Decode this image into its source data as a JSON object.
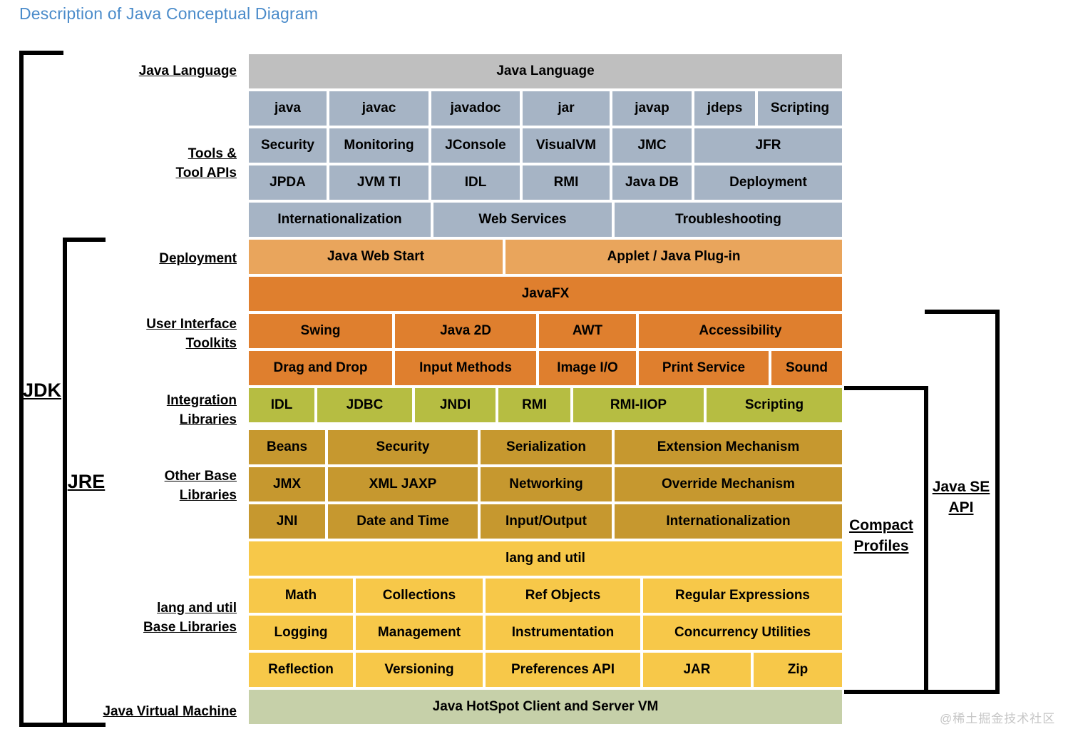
{
  "title": "Description of Java Conceptual Diagram",
  "watermark": "@稀土掘金技术社区",
  "colors": {
    "gray": "#bfbfbf",
    "blue": "#a6b4c5",
    "light_orange": "#e9a55c",
    "orange": "#df7f2e",
    "green": "#b6bd42",
    "gold": "#c6982f",
    "yellow": "#f7c849",
    "sage": "#c6d0a9"
  },
  "labels": {
    "left": {
      "java_language": [
        "Java Language"
      ],
      "tools": [
        "Tools &",
        "Tool APIs"
      ],
      "deployment": [
        "Deployment"
      ],
      "ui_toolkits": [
        "User Interface",
        "Toolkits"
      ],
      "integration": [
        "Integration",
        "Libraries"
      ],
      "other_base": [
        "Other Base",
        "Libraries"
      ],
      "langutil": [
        "lang and util",
        "Base Libraries"
      ],
      "jvm": [
        "Java Virtual Machine"
      ]
    },
    "brackets": {
      "jdk": "JDK",
      "jre": "JRE",
      "java_se_api": [
        "Java SE",
        "API"
      ],
      "compact_profiles": [
        "Compact",
        "Profiles"
      ]
    }
  },
  "diagram": {
    "rows": [
      {
        "id": "java-language-header",
        "color": "gray",
        "cells": [
          "Java Language"
        ]
      },
      {
        "id": "tools-commands",
        "color": "blue",
        "cells": [
          "java",
          "javac",
          "javadoc",
          "jar",
          "javap",
          "jdeps",
          "Scripting"
        ]
      },
      {
        "id": "tools-monitoring",
        "color": "blue",
        "cells": [
          "Security",
          "Monitoring",
          "JConsole",
          "VisualVM",
          "JMC",
          "JFR"
        ]
      },
      {
        "id": "tools-apis",
        "color": "blue",
        "cells": [
          "JPDA",
          "JVM TI",
          "IDL",
          "RMI",
          "Java DB",
          "Deployment"
        ]
      },
      {
        "id": "tools-services",
        "color": "blue",
        "cells": [
          "Internationalization",
          "Web Services",
          "Troubleshooting"
        ]
      },
      {
        "id": "deployment",
        "color": "light_orange",
        "cells": [
          "Java Web Start",
          "Applet / Java Plug-in"
        ]
      },
      {
        "id": "javafx",
        "color": "orange",
        "cells": [
          "JavaFX"
        ]
      },
      {
        "id": "ui-toolkits-1",
        "color": "orange",
        "cells": [
          "Swing",
          "Java 2D",
          "AWT",
          "Accessibility"
        ]
      },
      {
        "id": "ui-toolkits-2",
        "color": "orange",
        "cells": [
          "Drag and Drop",
          "Input Methods",
          "Image I/O",
          "Print Service",
          "Sound"
        ]
      },
      {
        "id": "integration",
        "color": "green",
        "cells": [
          "IDL",
          "JDBC",
          "JNDI",
          "RMI",
          "RMI-IIOP",
          "Scripting"
        ]
      },
      {
        "id": "other-base-1",
        "color": "gold",
        "cells": [
          "Beans",
          "Security",
          "Serialization",
          "Extension Mechanism"
        ]
      },
      {
        "id": "other-base-2",
        "color": "gold",
        "cells": [
          "JMX",
          "XML JAXP",
          "Networking",
          "Override Mechanism"
        ]
      },
      {
        "id": "other-base-3",
        "color": "gold",
        "cells": [
          "JNI",
          "Date and Time",
          "Input/Output",
          "Internationalization"
        ]
      },
      {
        "id": "langutil-header",
        "color": "yellow",
        "cells": [
          "lang and util"
        ]
      },
      {
        "id": "langutil-1",
        "color": "yellow",
        "cells": [
          "Math",
          "Collections",
          "Ref Objects",
          "Regular Expressions"
        ]
      },
      {
        "id": "langutil-2",
        "color": "yellow",
        "cells": [
          "Logging",
          "Management",
          "Instrumentation",
          "Concurrency Utilities"
        ]
      },
      {
        "id": "langutil-3",
        "color": "yellow",
        "cells": [
          "Reflection",
          "Versioning",
          "Preferences API",
          "JAR",
          "Zip"
        ]
      },
      {
        "id": "jvm",
        "color": "sage",
        "cells": [
          "Java HotSpot Client and Server VM"
        ]
      }
    ]
  }
}
